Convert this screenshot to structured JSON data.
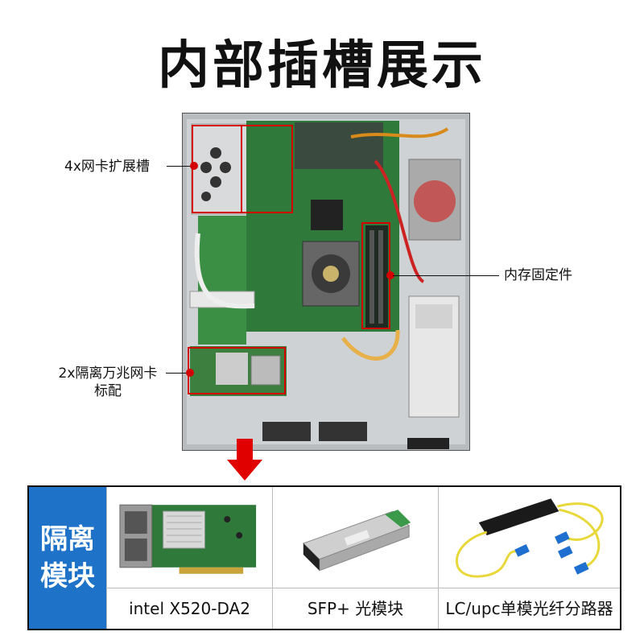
{
  "title": "内部插槽展示",
  "callouts": {
    "nic_slots": "4x网卡扩展槽",
    "memory": "内存固定件",
    "standard_nic_line1": "2x隔离万兆网卡",
    "standard_nic_line2": "标配"
  },
  "module_panel": {
    "side_label_line1": "隔离",
    "side_label_line2": "模块",
    "items": [
      {
        "caption": "intel X520-DA2",
        "icon": "network-card-image"
      },
      {
        "caption": "SFP+ 光模块",
        "icon": "sfp-module-image"
      },
      {
        "caption": "LC/upc单模光纤分路器",
        "icon": "fiber-splitter-image"
      }
    ]
  },
  "colors": {
    "accent_red": "#d40000",
    "side_blue": "#1e72c8",
    "pcb_green": "#2f7a3a"
  }
}
